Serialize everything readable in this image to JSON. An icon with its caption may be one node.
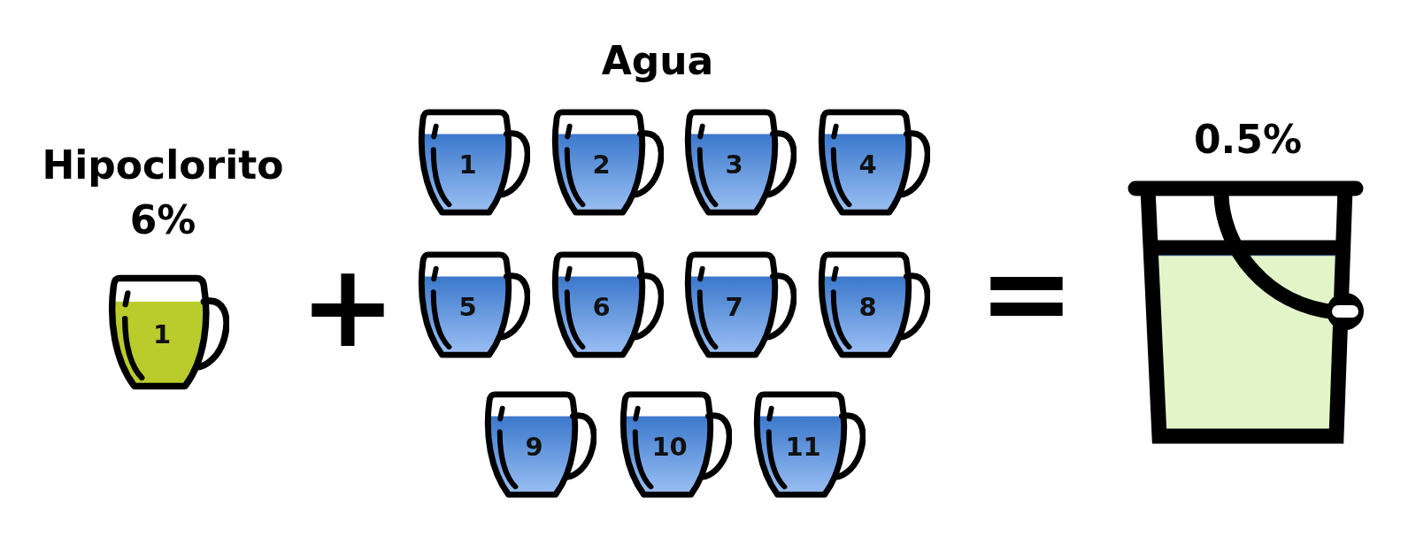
{
  "diagram": {
    "nodes": [
      {
        "text": [
          "1"
        ],
        "beside": [
          "Hipoclorito 6%"
        ]
      },
      {
        "text": [
          "1"
        ]
      },
      {
        "text": [
          "2"
        ]
      },
      {
        "text": [
          "3"
        ]
      },
      {
        "text": [
          "4"
        ]
      },
      {
        "text": [
          "5"
        ]
      },
      {
        "text": [
          "6"
        ]
      },
      {
        "text": [
          "7"
        ]
      },
      {
        "text": [
          "8"
        ]
      },
      {
        "text": [
          "9"
        ]
      },
      {
        "text": [
          "10"
        ]
      },
      {
        "text": [
          "11"
        ]
      },
      {
        "text": [],
        "shape": "bucket",
        "beside": [
          "0.5%"
        ]
      }
    ],
    "labels": [
      "Agua",
      "+",
      "="
    ]
  }
}
